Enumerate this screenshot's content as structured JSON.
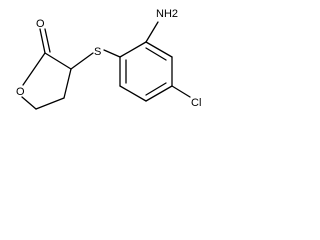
{
  "molecule": {
    "atoms": {
      "nh2": "NH2",
      "carbonyl_o": "O",
      "ring_o": "O",
      "sulfur": "S",
      "chlorine": "Cl"
    }
  },
  "colors": {
    "bond": "#000000",
    "label": "#000000",
    "background": "#ffffff"
  }
}
